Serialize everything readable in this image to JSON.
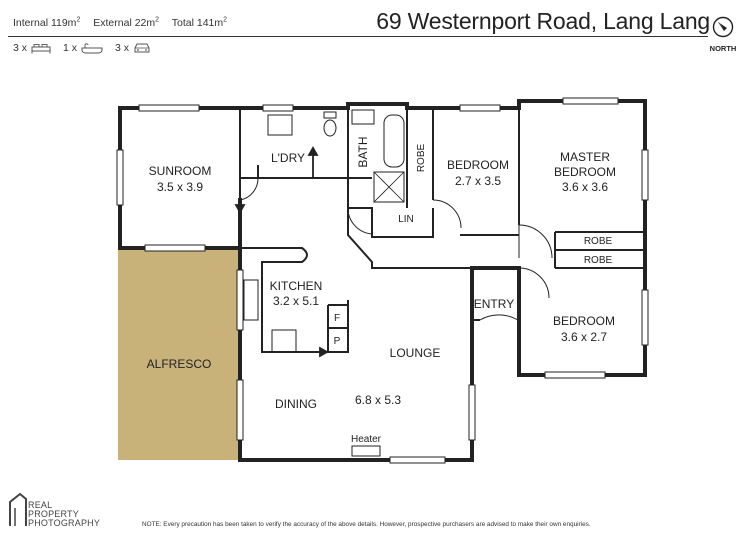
{
  "header": {
    "internal_label": "Internal 119m",
    "external_label": "External 22m",
    "total_label": "Total 141m",
    "sup": "2",
    "address": "69 Westernport Road, Lang Lang",
    "north_label": "NORTH"
  },
  "counts": {
    "beds": "3 x",
    "baths": "1 x",
    "cars": "3 x"
  },
  "rooms": {
    "sunroom_name": "SUNROOM",
    "sunroom_dim": "3.5 x 3.9",
    "laundry": "L'DRY",
    "bath": "BATH",
    "robe1": "ROBE",
    "bedroom1_name": "BEDROOM",
    "bedroom1_dim": "2.7 x 3.5",
    "master_name1": "MASTER",
    "master_name2": "BEDROOM",
    "master_dim": "3.6 x 3.6",
    "lin": "LIN",
    "robe2": "ROBE",
    "robe3": "ROBE",
    "kitchen_name": "KITCHEN",
    "kitchen_dim": "3.2 x 5.1",
    "fridge": "F",
    "pantry": "P",
    "entry": "ENTRY",
    "bedroom2_name": "BEDROOM",
    "bedroom2_dim": "3.6 x 2.7",
    "alfresco": "ALFRESCO",
    "lounge": "LOUNGE",
    "dining": "DINING",
    "lounge_dim": "6.8 x 5.3",
    "heater": "Heater"
  },
  "footer": {
    "logo_line1": "REAL",
    "logo_line2": "PROPERTY",
    "logo_line3": "PHOTOGRAPHY",
    "note": "NOTE: Every precaution has been taken to verify the accuracy of the above details. However, prospective purchasers are advised to make their own enquiries."
  },
  "colors": {
    "alfresco_fill": "#c8b27a",
    "wall": "#222222"
  }
}
